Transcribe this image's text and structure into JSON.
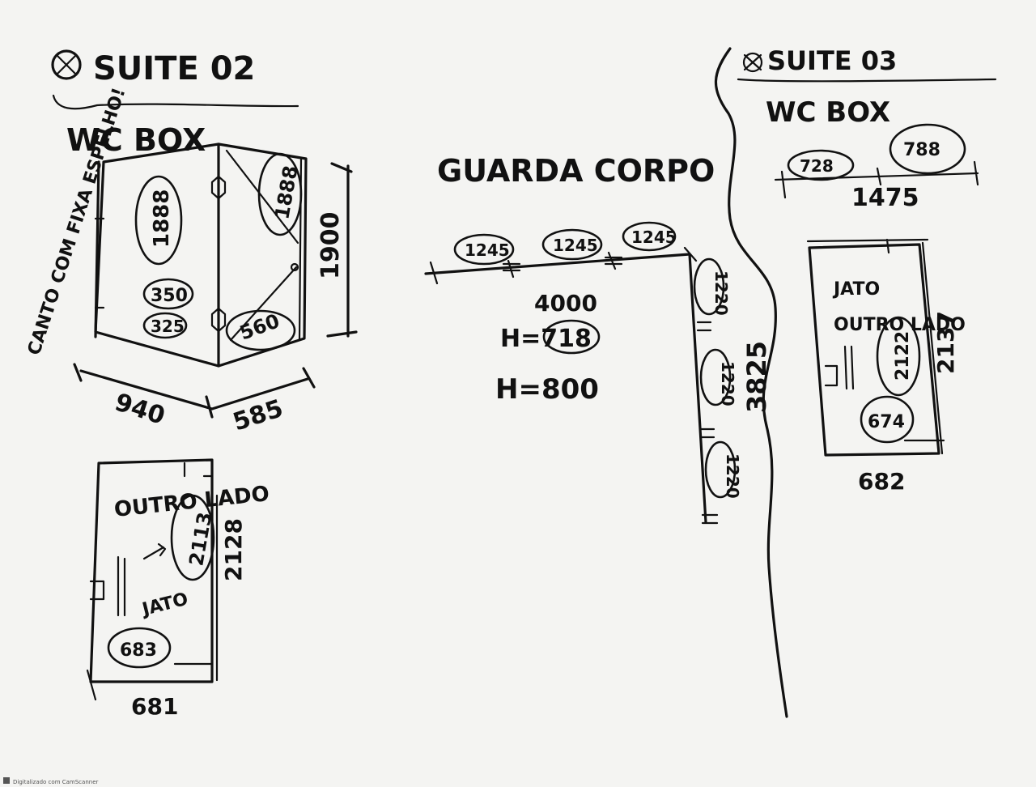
{
  "suite02": {
    "heading": "SUITE 02",
    "wc_label": "WC BOX",
    "note": "CANTO COM FIXA ESPELHO!",
    "dims": {
      "height_right": "1900",
      "width_left": "940",
      "width_right": "585",
      "glass_left": "1888",
      "glass_right": "1888",
      "small_a": "350",
      "small_b": "325",
      "door_bottom": "560"
    },
    "door": {
      "side_label": "OUTRO LADO",
      "jato_label": "JATO",
      "height_inner": "2113",
      "height_outer": "2128",
      "width_inner": "683",
      "width_outer": "681"
    }
  },
  "guarda_corpo": {
    "title": "GUARDA CORPO",
    "segments_top": [
      "1245",
      "1245",
      "1245"
    ],
    "total_top": "4000",
    "h_values": [
      "H=718",
      "H=800"
    ],
    "segments_right": [
      "1220",
      "1220",
      "1220"
    ],
    "total_right": "3825"
  },
  "suite03": {
    "heading": "SUITE 03",
    "wc_label": "WC BOX",
    "dims": {
      "seg_a": "728",
      "seg_b": "788",
      "total": "1475"
    },
    "door": {
      "jato_label": "JATO",
      "side_label": "OUTRO LADO",
      "height_inner": "2122",
      "height_outer": "2137",
      "width_inner": "674",
      "width_outer": "682"
    }
  },
  "footer": {
    "watermark": "Digitalizado com CamScanner"
  }
}
